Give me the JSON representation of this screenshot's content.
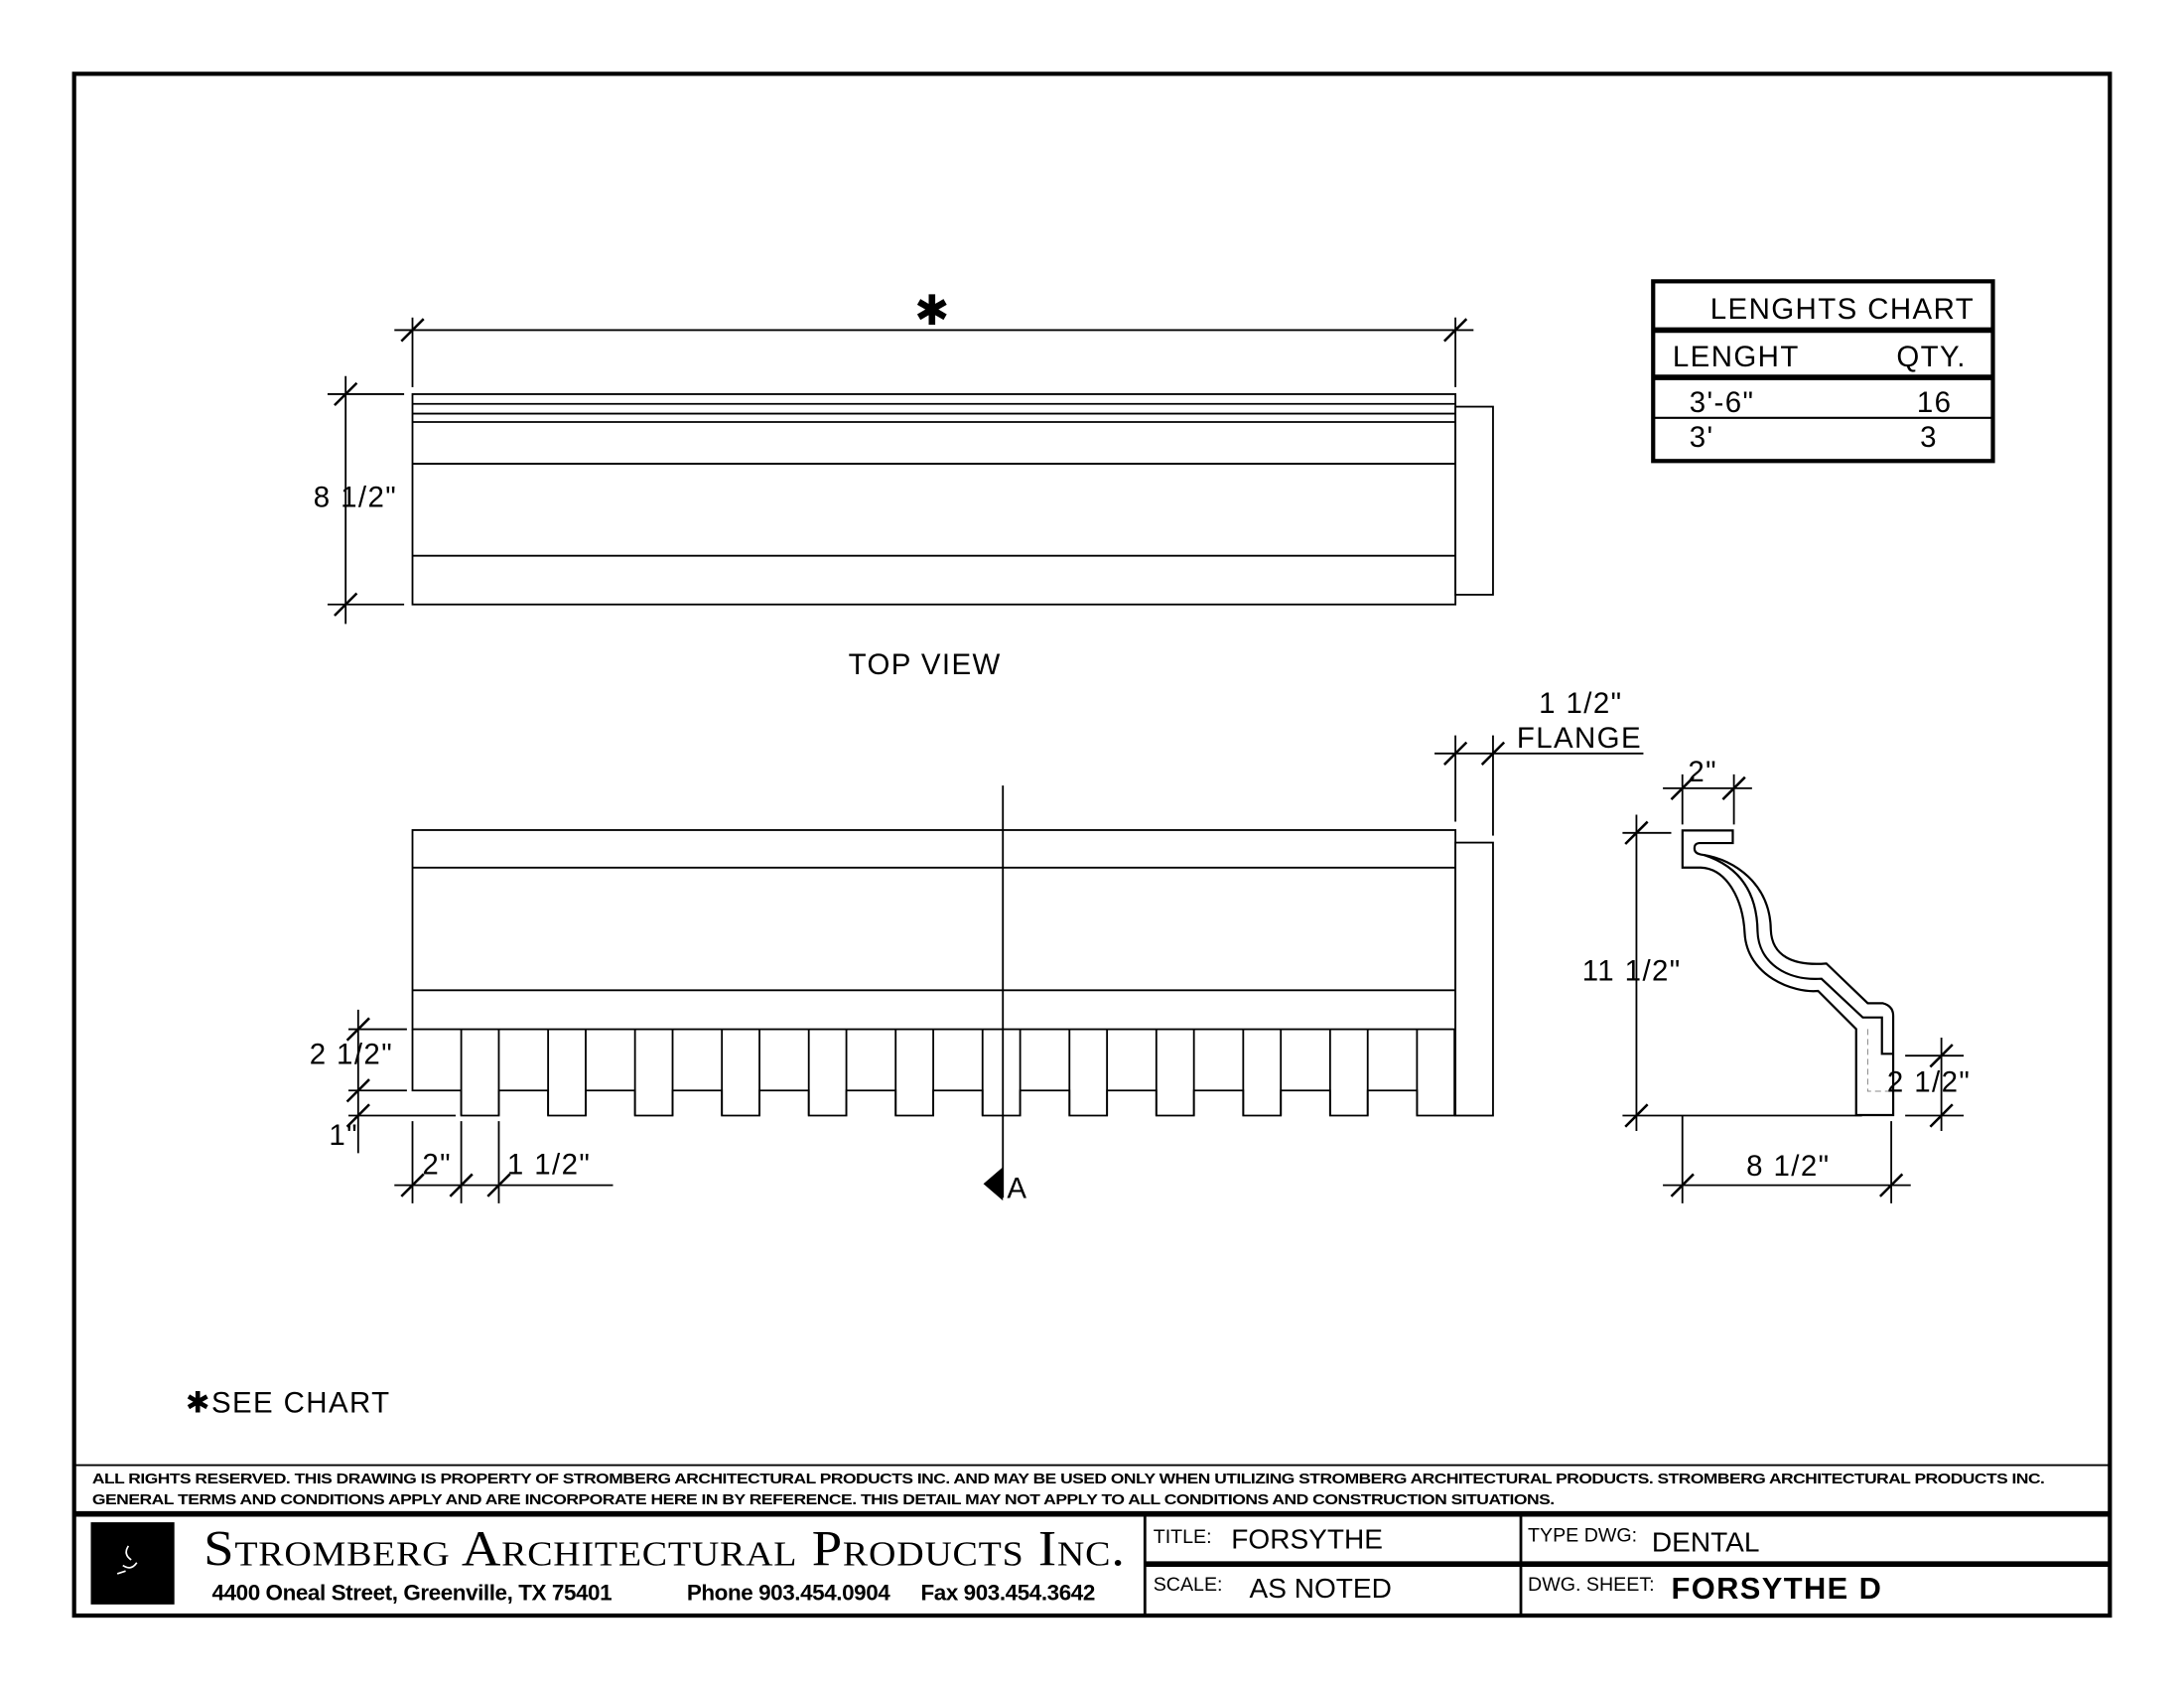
{
  "drawing": {
    "top_view": {
      "overall_length_marker": "✱",
      "height_dim": "8 1/2\"",
      "label": "TOP VIEW"
    },
    "front_view": {
      "flange_dim": "1 1/2\"",
      "flange_label": "FLANGE",
      "dentil_height_dim": "2 1/2\"",
      "dentil_drop_dim": "1\"",
      "dentil_end_dim": "2\"",
      "dentil_width_dim": "1 1/2\"",
      "section_marker": "A"
    },
    "profile": {
      "top_flange_dim": "2\"",
      "height_dim": "11 1/2\"",
      "bottom_dim": "2 1/2\"",
      "depth_dim": "8 1/2\""
    },
    "note": "✱SEE CHART"
  },
  "lengths_chart": {
    "title": "LENGHTS CHART",
    "headers": [
      "LENGHT",
      "QTY."
    ],
    "rows": [
      {
        "length": "3'-6\"",
        "qty": "16"
      },
      {
        "length": "3'",
        "qty": "3"
      }
    ]
  },
  "disclaimer": {
    "line1": "ALL RIGHTS RESERVED. THIS DRAWING IS PROPERTY OF STROMBERG ARCHITECTURAL PRODUCTS INC. AND MAY BE USED ONLY WHEN UTILIZING STROMBERG ARCHITECTURAL PRODUCTS.  STROMBERG ARCHITECTURAL PRODUCTS INC.",
    "line2": "GENERAL TERMS AND CONDITIONS APPLY AND ARE INCORPORATE HERE IN BY REFERENCE.  THIS DETAIL MAY NOT APPLY TO ALL CONDITIONS AND CONSTRUCTION SITUATIONS."
  },
  "title_block": {
    "company": "Stromberg Architectural Products Inc.",
    "address": "4400 Oneal Street, Greenville, TX  75401",
    "phone": "Phone 903.454.0904",
    "fax": "Fax 903.454.3642",
    "title_label": "TITLE:",
    "title_value": "FORSYTHE",
    "scale_label": "SCALE:",
    "scale_value": "AS NOTED",
    "type_label": "TYPE DWG:",
    "type_value": "DENTAL",
    "sheet_label": "DWG. SHEET:",
    "sheet_value": "FORSYTHE D"
  }
}
